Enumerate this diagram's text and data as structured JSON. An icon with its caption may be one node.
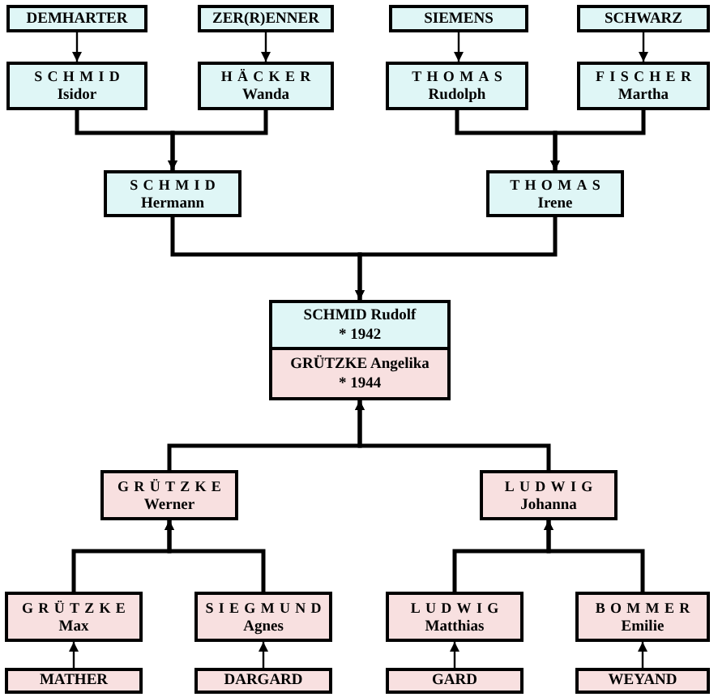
{
  "diagram": {
    "nodes": [
      {
        "text": [
          "DEMHARTER"
        ]
      },
      {
        "text": [
          "ZER(R)ENNER"
        ]
      },
      {
        "text": [
          "SIEMENS"
        ]
      },
      {
        "text": [
          "SCHWARZ"
        ]
      },
      {
        "text": [
          "SCHMID",
          "Isidor"
        ]
      },
      {
        "text": [
          "HÄCKER",
          "Wanda"
        ]
      },
      {
        "text": [
          "THOMAS",
          "Rudolph"
        ]
      },
      {
        "text": [
          "FISCHER",
          "Martha"
        ]
      },
      {
        "text": [
          "SCHMID",
          "Hermann"
        ]
      },
      {
        "text": [
          "THOMAS",
          "Irene"
        ]
      },
      {
        "text": [
          "SCHMID Rudolf",
          "* 1942"
        ]
      },
      {
        "text": [
          "GRÜTZKE Angelika",
          "* 1944"
        ]
      },
      {
        "text": [
          "GRÜTZKE",
          "Werner"
        ]
      },
      {
        "text": [
          "LUDWIG",
          "Johanna"
        ]
      },
      {
        "text": [
          "GRÜTZKE",
          "Max"
        ]
      },
      {
        "text": [
          "SIEGMUND",
          "Agnes"
        ]
      },
      {
        "text": [
          "LUDWIG",
          "Matthias"
        ]
      },
      {
        "text": [
          "BOMMER",
          "Emilie"
        ]
      },
      {
        "text": [
          "MATHER"
        ]
      },
      {
        "text": [
          "DARGARD"
        ]
      },
      {
        "text": [
          "GARD"
        ]
      },
      {
        "text": [
          "WEYAND"
        ]
      }
    ],
    "edges": [
      {
        "from": 0,
        "to": 4,
        "arrow": "to"
      },
      {
        "from": 1,
        "to": 5,
        "arrow": "to"
      },
      {
        "from": 2,
        "to": 6,
        "arrow": "to"
      },
      {
        "from": 3,
        "to": 7,
        "arrow": "to"
      },
      {
        "from": 4,
        "to": 8,
        "arrow": "to"
      },
      {
        "from": 5,
        "to": 8,
        "arrow": "to"
      },
      {
        "from": 6,
        "to": 9,
        "arrow": "to"
      },
      {
        "from": 7,
        "to": 9,
        "arrow": "to"
      },
      {
        "from": 8,
        "to": 10,
        "arrow": "to"
      },
      {
        "from": 9,
        "to": 10,
        "arrow": "to"
      },
      {
        "from": 12,
        "to": 11,
        "arrow": "to"
      },
      {
        "from": 13,
        "to": 11,
        "arrow": "to"
      },
      {
        "from": 14,
        "to": 12,
        "arrow": "to"
      },
      {
        "from": 15,
        "to": 12,
        "arrow": "to"
      },
      {
        "from": 16,
        "to": 13,
        "arrow": "to"
      },
      {
        "from": 17,
        "to": 13,
        "arrow": "to"
      },
      {
        "from": 18,
        "to": 14,
        "arrow": "to"
      },
      {
        "from": 19,
        "to": 15,
        "arrow": "to"
      },
      {
        "from": 20,
        "to": 16,
        "arrow": "to"
      },
      {
        "from": 21,
        "to": 17,
        "arrow": "to"
      }
    ]
  }
}
